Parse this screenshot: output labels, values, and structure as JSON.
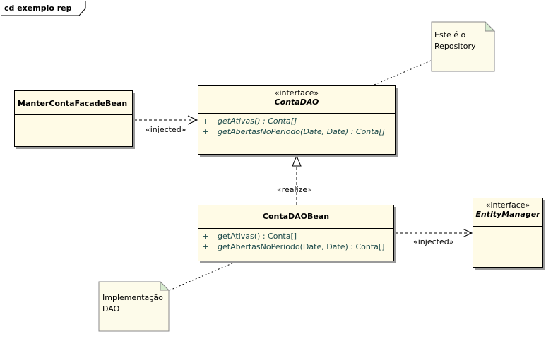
{
  "frame": {
    "title": "cd exemplo rep"
  },
  "classes": {
    "facade": {
      "name": "ManterContaFacadeBean"
    },
    "dao": {
      "stereotype": "«interface»",
      "name": "ContaDAO",
      "operations": [
        {
          "visibility": "+",
          "signature": "getAtivas() : Conta[]"
        },
        {
          "visibility": "+",
          "signature": "getAbertasNoPeriodo(Date, Date) : Conta[]"
        }
      ]
    },
    "bean": {
      "name": "ContaDAOBean",
      "operations": [
        {
          "visibility": "+",
          "signature": "getAtivas() : Conta[]"
        },
        {
          "visibility": "+",
          "signature": "getAbertasNoPeriodo(Date, Date) : Conta[]"
        }
      ]
    },
    "em": {
      "stereotype": "«interface»",
      "name": "EntityManager"
    }
  },
  "notes": {
    "repository": {
      "lines": [
        "Este é o",
        "Repository"
      ]
    },
    "impl": {
      "lines": [
        "Implementação",
        "DAO"
      ]
    }
  },
  "relations": {
    "injected1": "«injected»",
    "realize": "«realize»",
    "injected2": "«injected»"
  },
  "colors": {
    "class_fill": "#fffbe6",
    "note_fill": "#fdfbea",
    "note_fold": "#d6ebcf",
    "operation_text": "#1d4a4a",
    "shadow": "#9a9a9a"
  }
}
